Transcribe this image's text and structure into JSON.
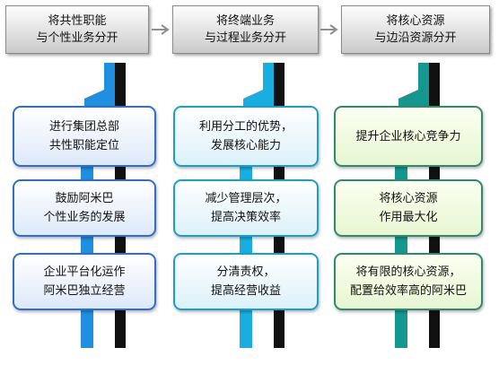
{
  "headers": [
    {
      "line1": "将共性职能",
      "line2": "与个性业务分开"
    },
    {
      "line1": "将终端业务",
      "line2": "与过程业务分开"
    },
    {
      "line1": "将核心资源",
      "line2": "与边沿资源分开"
    }
  ],
  "columns": [
    {
      "color": "#1f8fe0",
      "boxes": [
        {
          "line1": "进行集团总部",
          "line2": "共性职能定位"
        },
        {
          "line1": "鼓励阿米巴",
          "line2": "个性业务的发展"
        },
        {
          "line1": "企业平台化运作",
          "line2": "阿米巴独立经营"
        }
      ]
    },
    {
      "color": "#18aee0",
      "boxes": [
        {
          "line1": "利用分工的优势，",
          "line2": "发展核心能力"
        },
        {
          "line1": "减少管理层次，",
          "line2": "提高决策效率"
        },
        {
          "line1": "分清责权，",
          "line2": "提高经营收益"
        }
      ]
    },
    {
      "color": "#14978e",
      "boxes": [
        {
          "line1": "提升企业核心竞争力",
          "line2": ""
        },
        {
          "line1": "将核心资源",
          "line2": "作用最大化"
        },
        {
          "line1": "将有限的核心资源，",
          "line2": "配置给效率高的阿米巴"
        }
      ]
    }
  ]
}
